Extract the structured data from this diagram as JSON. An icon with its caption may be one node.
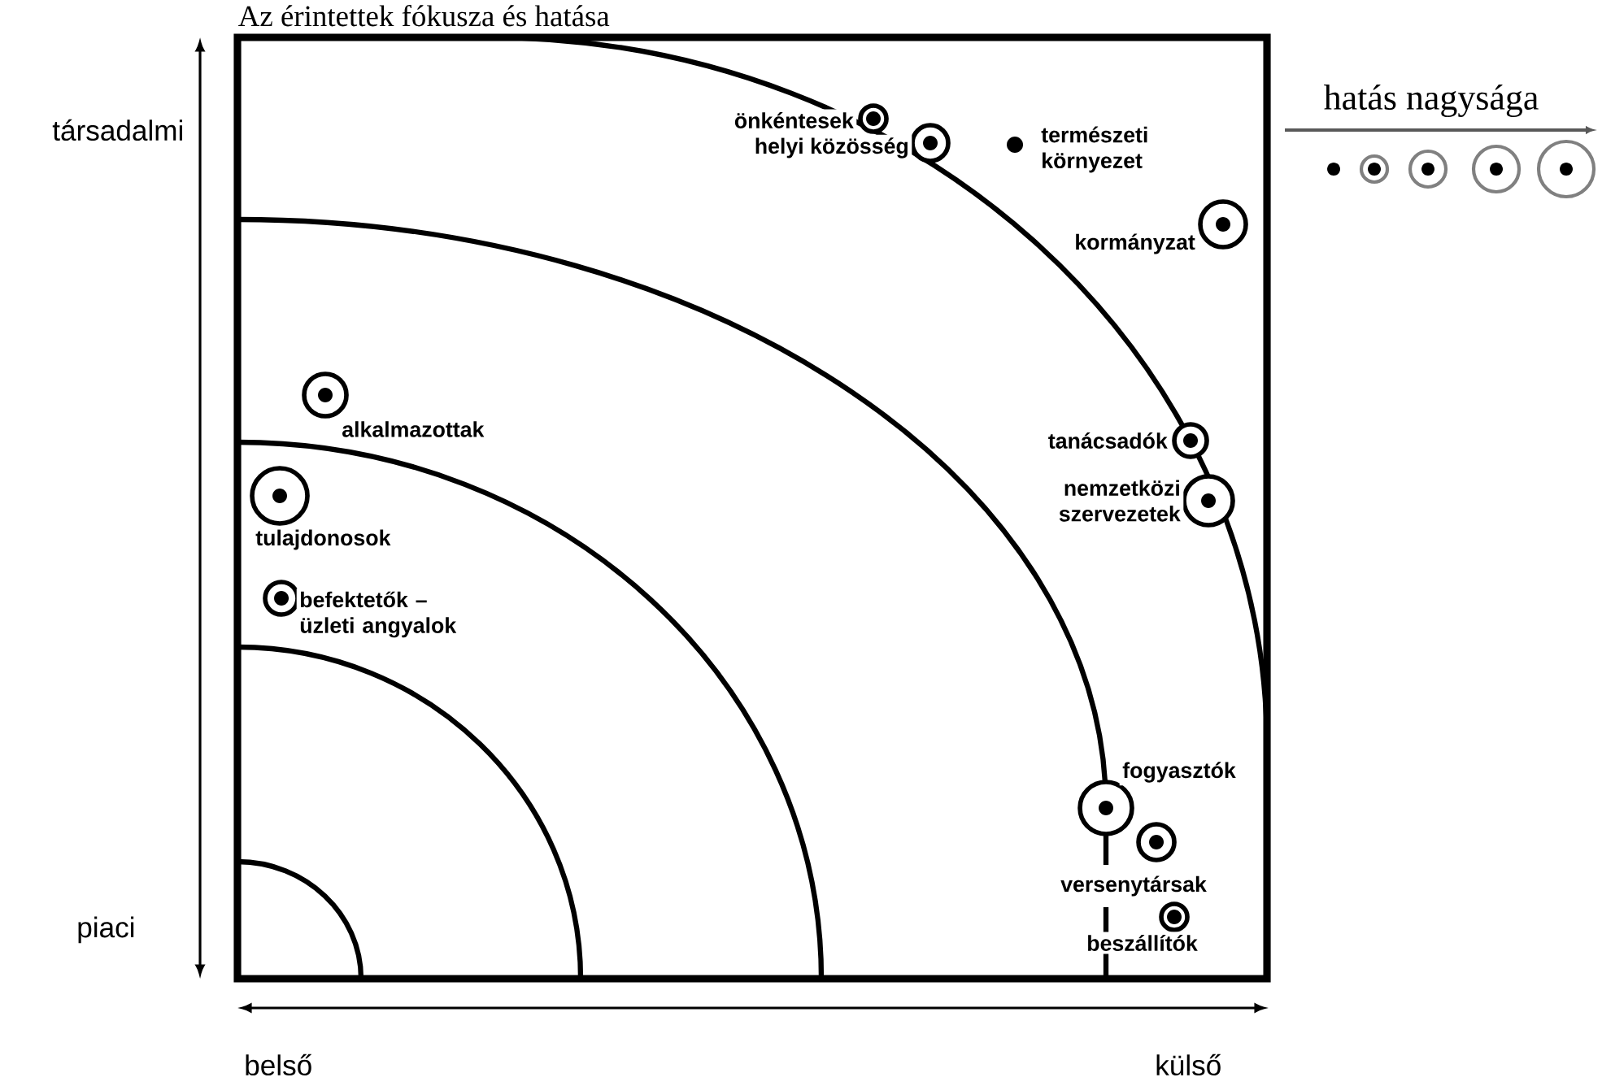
{
  "diagram": {
    "title": "Az érintettek fókusza és hatása",
    "nodes": [
      {
        "text": [],
        "shape": "circle",
        "beside": [
          "önkéntesek"
        ]
      },
      {
        "text": [],
        "shape": "circle",
        "beside": [
          "helyi közösség"
        ]
      },
      {
        "text": [],
        "shape": "dot",
        "beside": [
          "természeti környezet"
        ]
      },
      {
        "text": [],
        "shape": "circle",
        "beside": [
          "kormányzat"
        ]
      },
      {
        "text": [],
        "shape": "circle",
        "beside": [
          "alkalmazottak"
        ]
      },
      {
        "text": [],
        "shape": "circle",
        "beside": [
          "tulajdonosok"
        ]
      },
      {
        "text": [],
        "shape": "circle",
        "beside": [
          "befektetők – üzleti angyalok"
        ]
      },
      {
        "text": [],
        "shape": "circle",
        "beside": [
          "tanácsadók"
        ]
      },
      {
        "text": [],
        "shape": "circle",
        "beside": [
          "nemzetközi szervezetek"
        ]
      },
      {
        "text": [],
        "shape": "circle",
        "beside": [
          "fogyasztók"
        ]
      },
      {
        "text": [],
        "shape": "circle",
        "beside": [
          "versenytársak"
        ]
      },
      {
        "text": [],
        "shape": "circle",
        "beside": [
          "beszállítók"
        ]
      }
    ],
    "labels": [
      "hatás nagysága",
      "társadalmi",
      "piaci",
      "belső",
      "külső"
    ]
  }
}
